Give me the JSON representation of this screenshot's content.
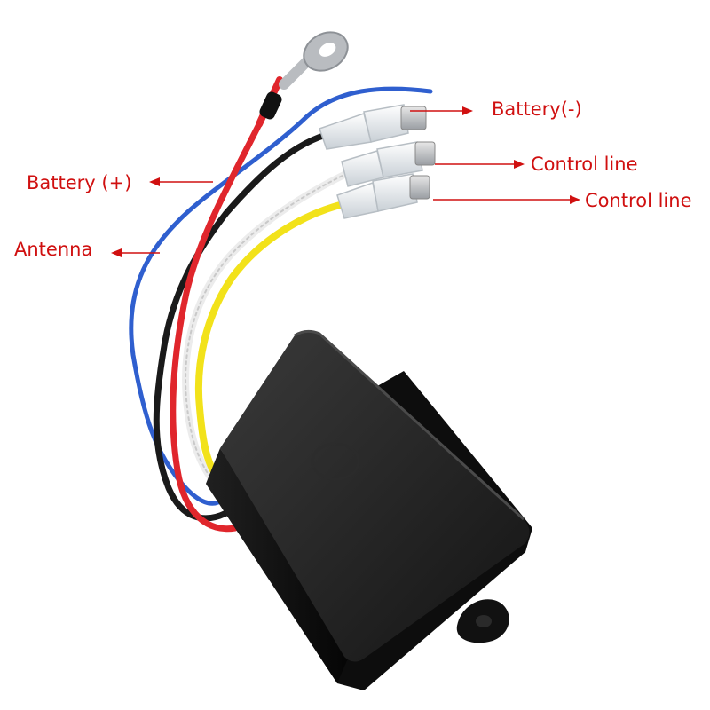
{
  "labels": {
    "battery_negative": "Battery(-)",
    "control_line_1": "Control line",
    "control_line_2": "Control line",
    "battery_positive": "Battery (+)",
    "antenna": "Antenna"
  },
  "colors": {
    "label_text": "#d01010",
    "arrow": "#d01010",
    "wire_red": "#e0262c",
    "wire_black": "#1a1a1a",
    "wire_blue": "#2f5fcf",
    "wire_white": "#ececec",
    "wire_yellow": "#f2e21a",
    "housing": "#161616",
    "ring_terminal": "#b9bcc0",
    "connector_sleeve": "#e6eaee"
  }
}
